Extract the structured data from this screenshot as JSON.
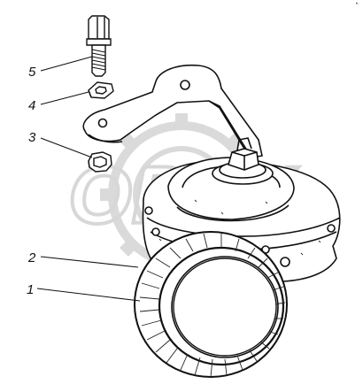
{
  "callouts": [
    {
      "id": "1",
      "text": "1"
    },
    {
      "id": "2",
      "text": "2"
    },
    {
      "id": "3",
      "text": "3"
    },
    {
      "id": "4",
      "text": "4"
    },
    {
      "id": "5",
      "text": "5"
    }
  ],
  "watermark": {
    "text": "OPEX"
  },
  "corner_mark": "•·",
  "colors": {
    "line": "#111111",
    "watermark": "#d9d9d9"
  }
}
